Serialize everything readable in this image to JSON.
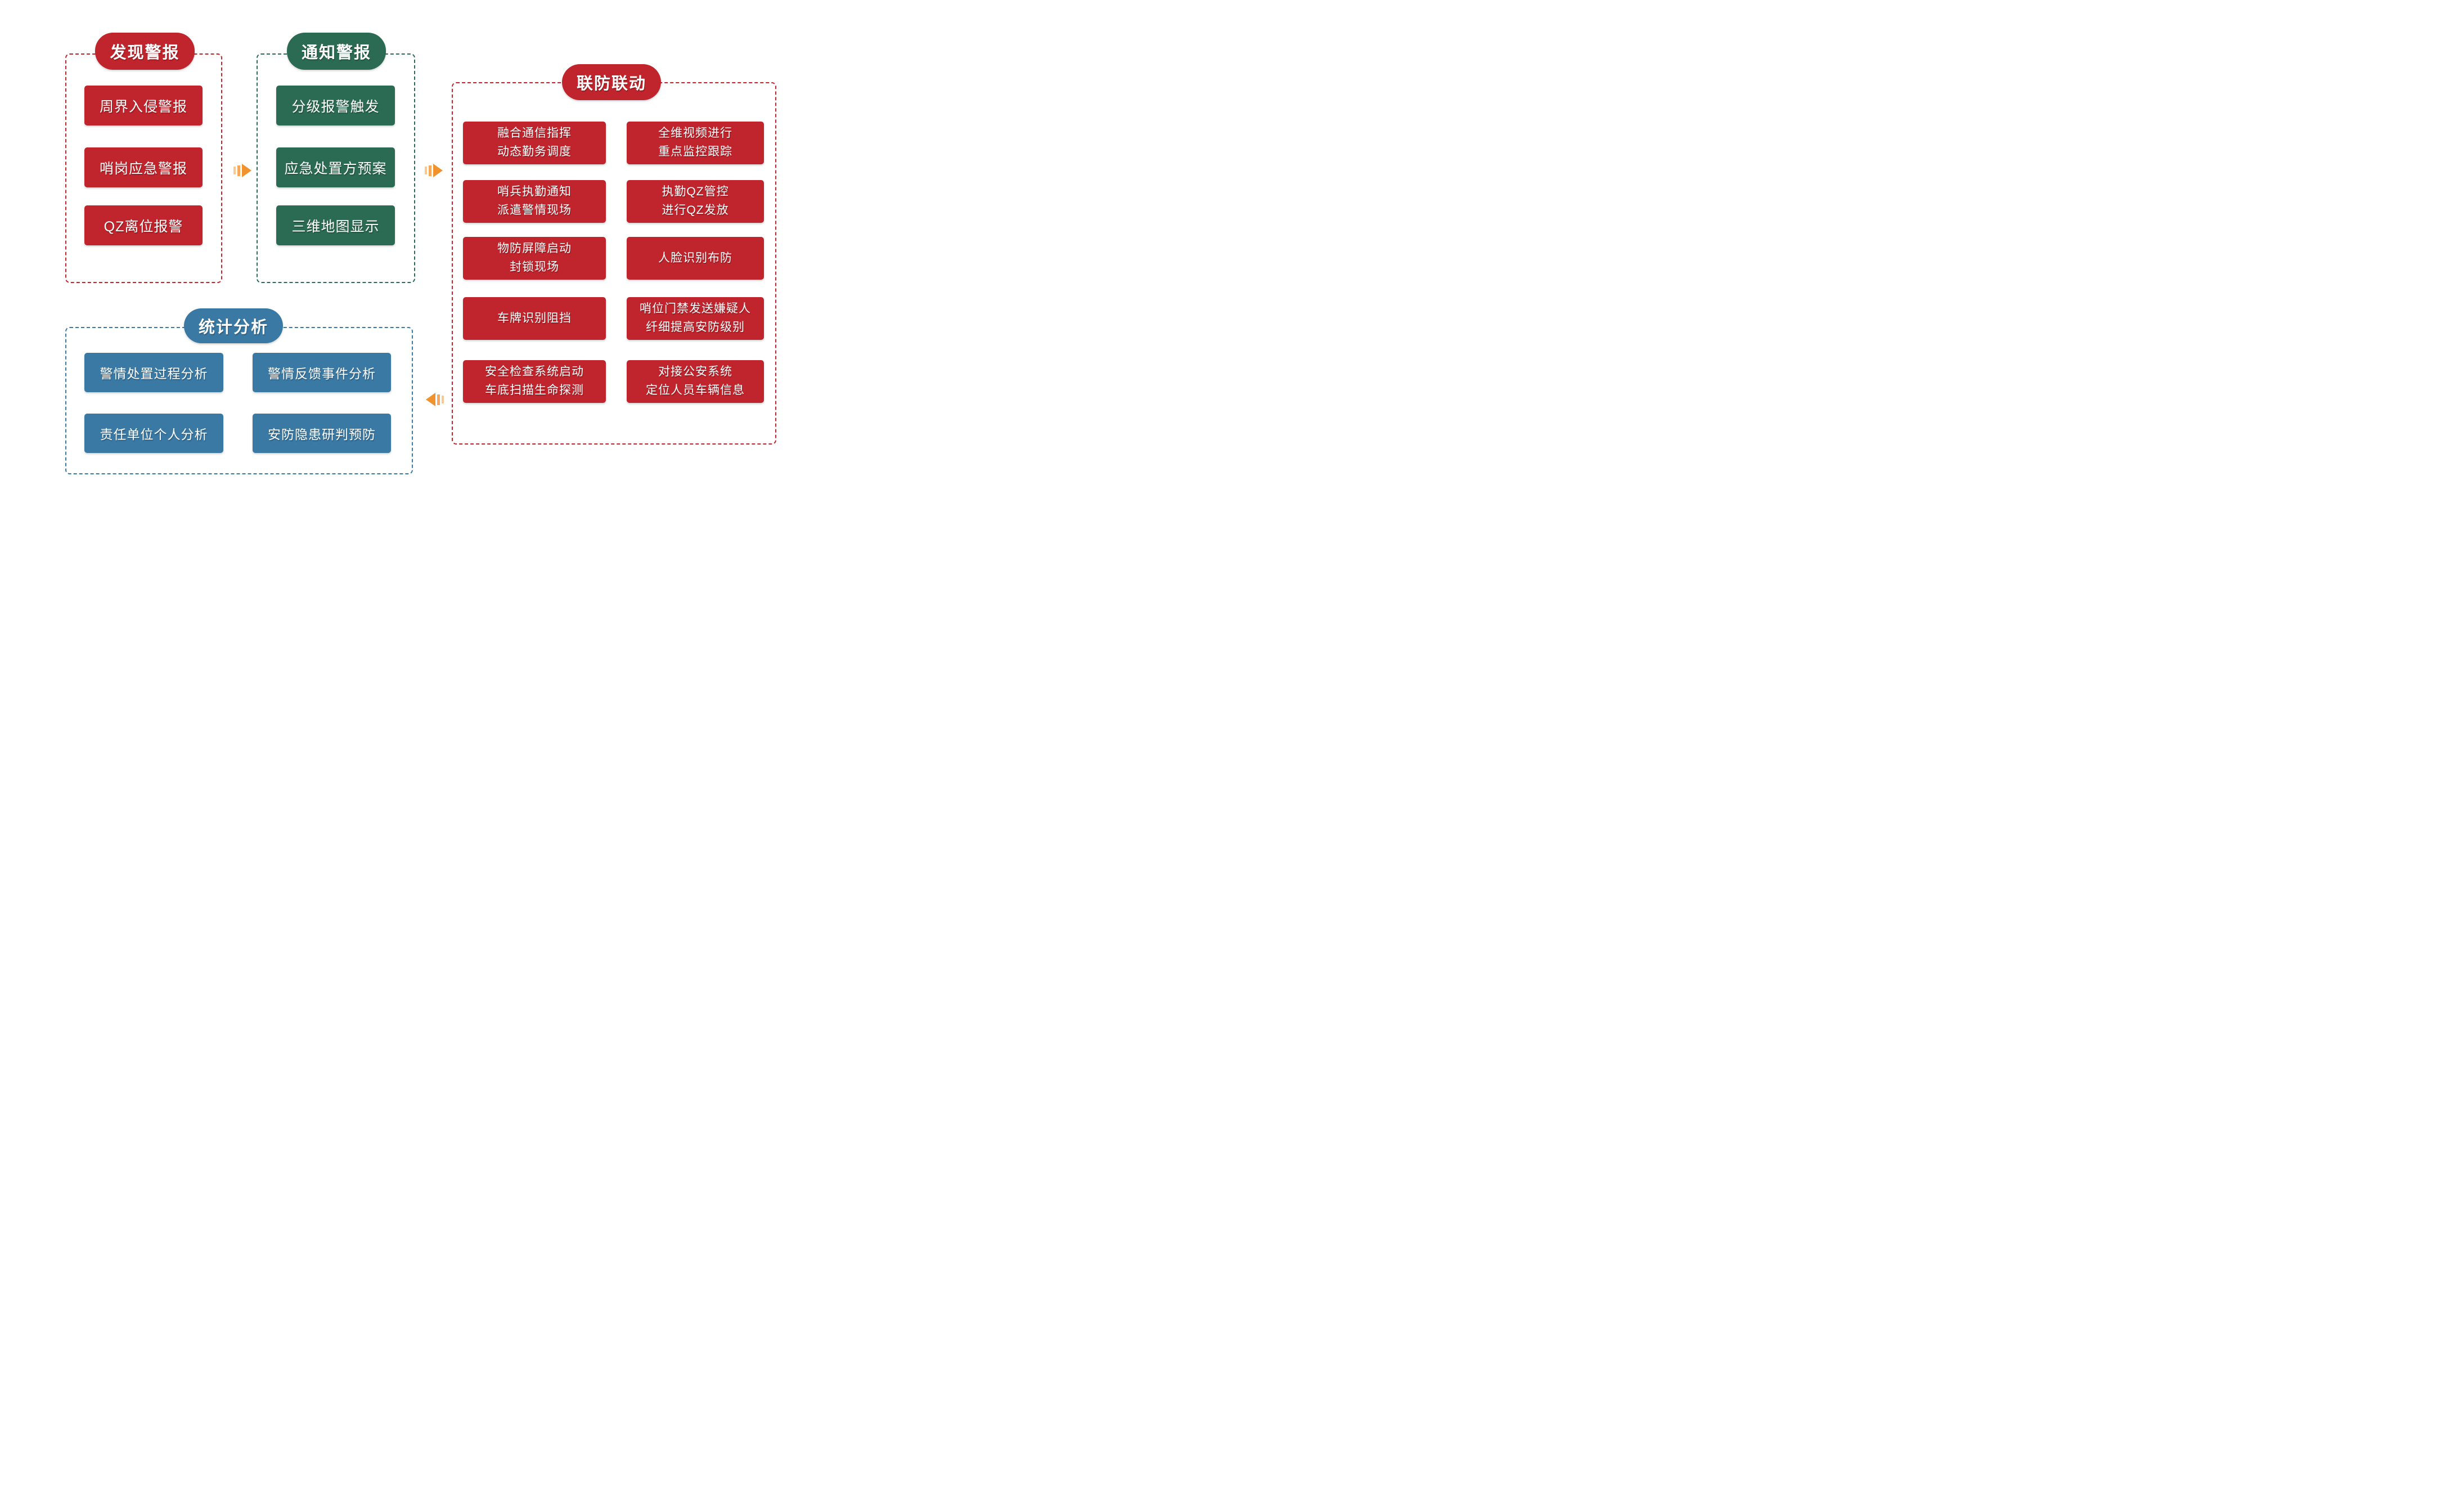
{
  "colors": {
    "red": "#C0242C",
    "green": "#2B6A53",
    "blue": "#3A79A4",
    "arrow_orange": "#F0922D",
    "arrow_orange_mid": "#F5A95C",
    "arrow_orange_light": "#FAC992"
  },
  "sections": {
    "discover": {
      "title": "发现警报",
      "items": [
        "周界入侵警报",
        "哨岗应急警报",
        "QZ离位报警"
      ]
    },
    "notify": {
      "title": "通知警报",
      "items": [
        "分级报警触发",
        "应急处置方预案",
        "三维地图显示"
      ]
    },
    "joint": {
      "title": "联防联动",
      "left_items": [
        "融合通信指挥\n动态勤务调度",
        "哨兵执勤通知\n派遣警情现场",
        "物防屏障启动\n封锁现场",
        "车牌识别阻挡",
        "安全检查系统启动\n车底扫描生命探测"
      ],
      "right_items": [
        "全维视频进行\n重点监控跟踪",
        "执勤QZ管控\n进行QZ发放",
        "人脸识别布防",
        "哨位门禁发送嫌疑人\n纤细提高安防级别",
        "对接公安系统\n定位人员车辆信息"
      ]
    },
    "stats": {
      "title": "统计分析",
      "items": [
        "警情处置过程分析",
        "警情反馈事件分析",
        "责任单位个人分析",
        "安防隐患研判预防"
      ]
    }
  }
}
